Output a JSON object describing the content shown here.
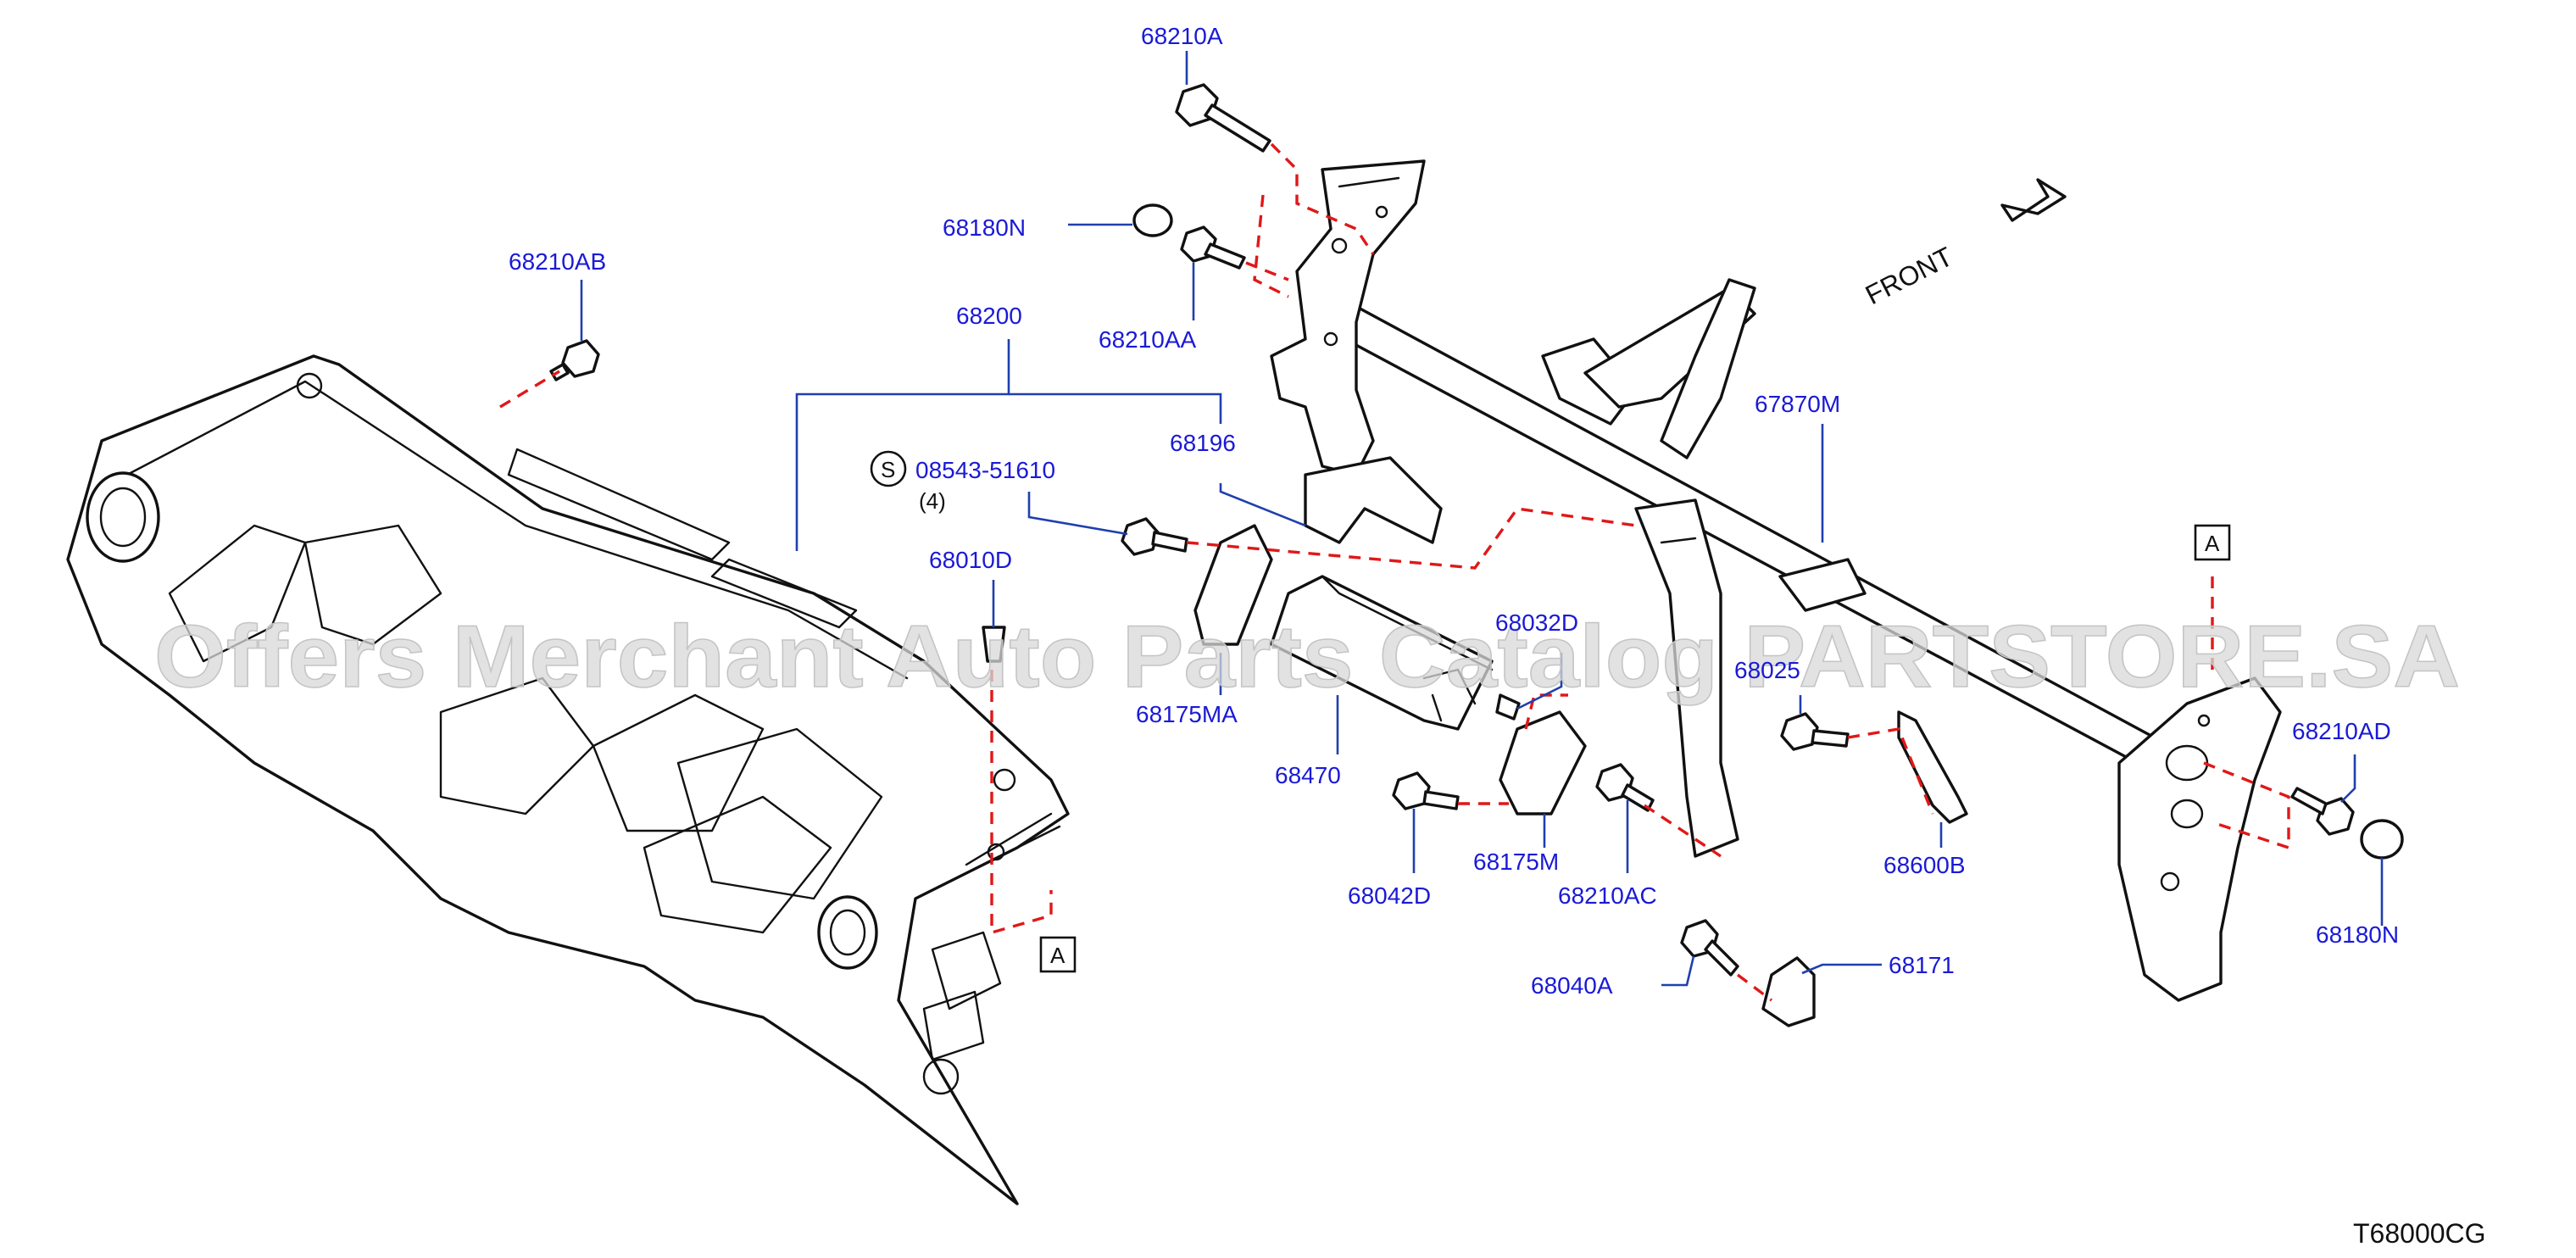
{
  "diagram_code": "T68000CG",
  "watermark": "Offers Merchant Auto Parts Catalog PARTSTORE.SA",
  "front_label": "FRONT",
  "ref_marker": "A",
  "std_part_symbol": "S",
  "parts": {
    "p68210A": "68210A",
    "p68180N_top": "68180N",
    "p68210AA": "68210AA",
    "p68210AB": "68210AB",
    "p68200": "68200",
    "p08543": "08543-51610",
    "p08543_qty": "(4)",
    "p68196": "68196",
    "p67870M": "67870M",
    "p68010D": "68010D",
    "p68032D": "68032D",
    "p68175MA": "68175MA",
    "p68470": "68470",
    "p68025": "68025",
    "p68210AD": "68210AD",
    "p68042D": "68042D",
    "p68175M": "68175M",
    "p68210AC": "68210AC",
    "p68600B": "68600B",
    "p68180N_right": "68180N",
    "p68171": "68171",
    "p68040A": "68040A"
  },
  "colors": {
    "label": "#1a1ad6",
    "leader": "#1f3fae",
    "dashed_guide": "#e01818",
    "line_art": "#111111"
  }
}
